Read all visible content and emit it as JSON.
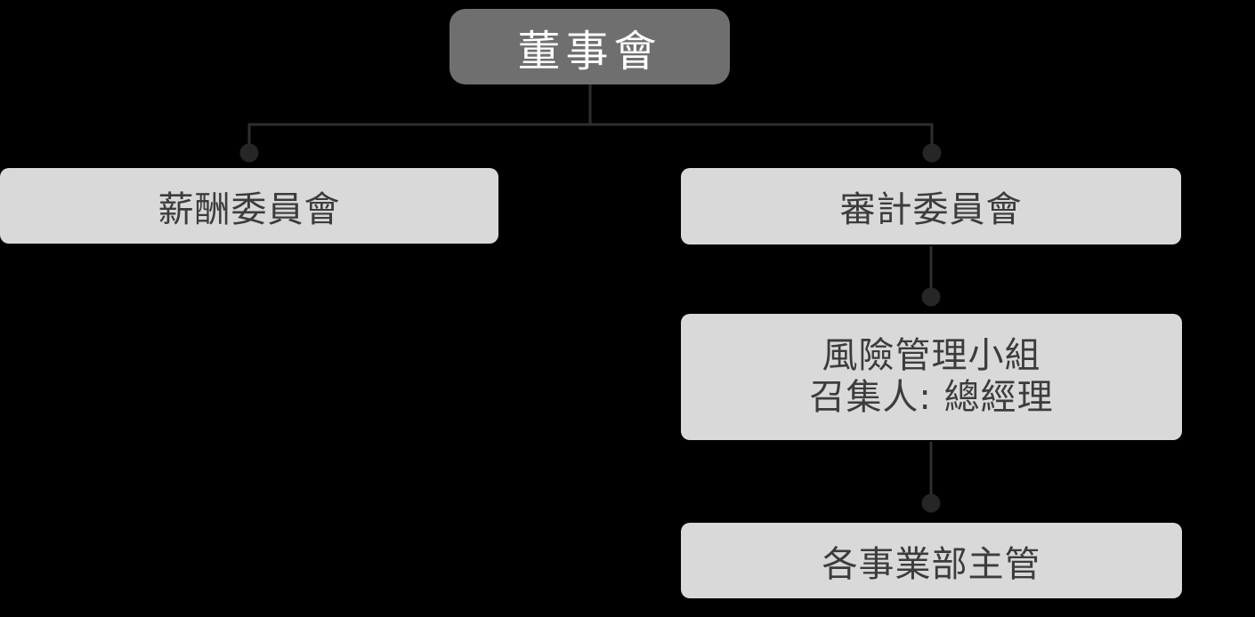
{
  "diagram": {
    "type": "org-chart",
    "background_color": "#000000",
    "colors": {
      "root_fill": "#6f6f6f",
      "root_text": "#ffffff",
      "node_fill": "#d9d9d9",
      "node_text": "#3c3c3c",
      "connector": "#2e2e2e",
      "dot": "#262626"
    },
    "nodes": {
      "board": {
        "label": "董事會"
      },
      "compensation": {
        "label": "薪酬委員會"
      },
      "audit": {
        "label": "審計委員會"
      },
      "risk": {
        "label_line1": "風險管理小組",
        "label_line2": "召集人: 總經理"
      },
      "divisions": {
        "label": "各事業部主管"
      }
    },
    "edges": [
      {
        "from": "board",
        "to": "compensation"
      },
      {
        "from": "board",
        "to": "audit"
      },
      {
        "from": "audit",
        "to": "risk"
      },
      {
        "from": "risk",
        "to": "divisions"
      }
    ]
  }
}
